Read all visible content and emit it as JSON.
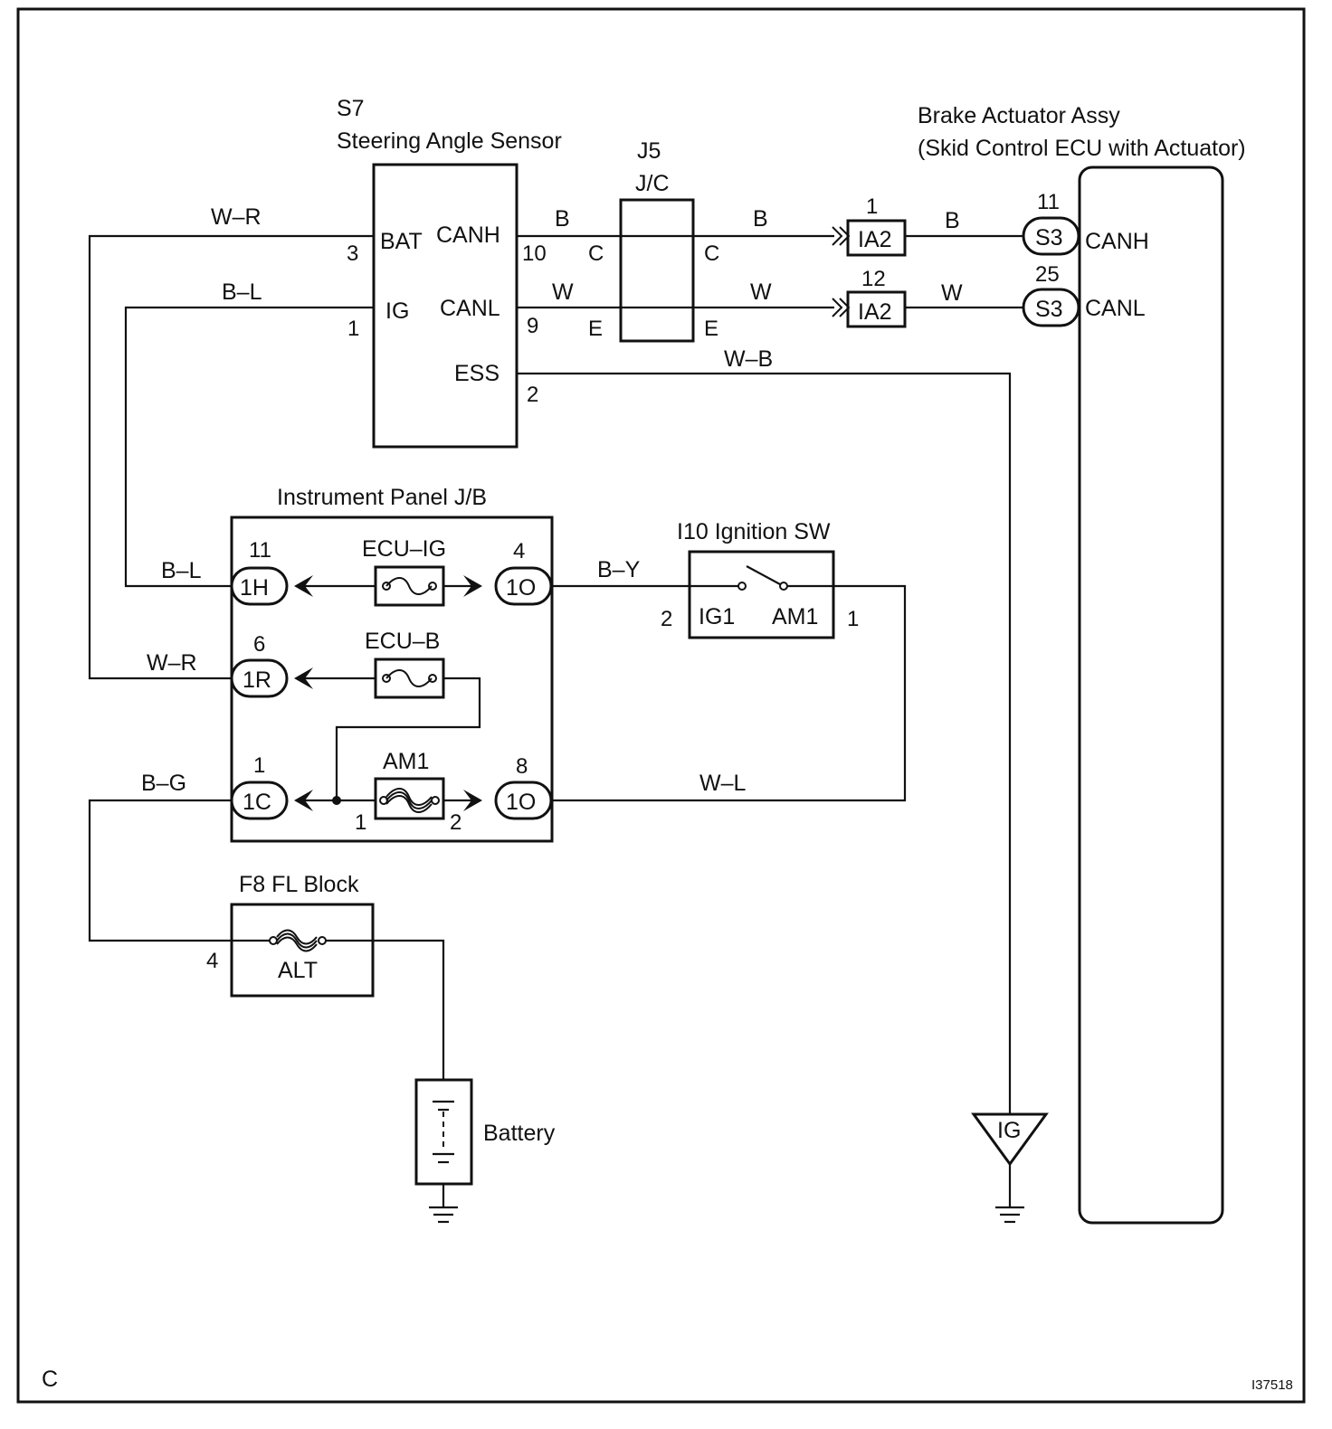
{
  "corner_letter": "C",
  "figure_id": "I37518",
  "steering_sensor": {
    "code": "S7",
    "name": "Steering Angle Sensor",
    "terminals": {
      "bat": "BAT",
      "ig": "IG",
      "canh": "CANH",
      "canl": "CANL",
      "ess": "ESS"
    },
    "pins": {
      "bat": "3",
      "ig": "1",
      "canh": "10",
      "canl": "9",
      "ess": "2"
    }
  },
  "junction": {
    "code": "J5",
    "name": "J/C",
    "pins": {
      "left_top": "C",
      "right_top": "C",
      "left_bottom": "E",
      "right_bottom": "E"
    }
  },
  "ia2": {
    "label": "IA2",
    "pin_top": "1",
    "pin_bottom": "12"
  },
  "brake_actuator": {
    "title_line1": "Brake Actuator Assy",
    "title_line2": "(Skid Control ECU with Actuator)",
    "connector": "S3",
    "canh_label": "CANH",
    "canl_label": "CANL",
    "canh_pin": "11",
    "canl_pin": "25"
  },
  "wires": {
    "w_r_top": "W–R",
    "b_l_top": "B–L",
    "b_canh_1": "B",
    "b_canh_2": "B",
    "b_canh_3": "B",
    "w_canl_1": "W",
    "w_canl_2": "W",
    "w_canl_3": "W",
    "w_b": "W–B",
    "b_l_jb": "B–L",
    "w_r_jb": "W–R",
    "b_y": "B–Y",
    "b_g": "B–G",
    "w_l": "W–L"
  },
  "instrument_jb": {
    "title": "Instrument Panel J/B",
    "fuse_ecu_ig": "ECU–IG",
    "fuse_ecu_b": "ECU–B",
    "fuse_am1": "AM1",
    "conn_1h": "1H",
    "conn_1r": "1R",
    "conn_1c": "1C",
    "conn_1o_top": "1O",
    "conn_1o_bottom": "1O",
    "pin_1h": "11",
    "pin_1o_top": "4",
    "pin_1r": "6",
    "pin_1c": "1",
    "pin_1o_bottom": "8",
    "am1_pin_left": "1",
    "am1_pin_right": "2"
  },
  "ignition_sw": {
    "title": "I10 Ignition SW",
    "ig1": "IG1",
    "am1": "AM1",
    "pin_left": "2",
    "pin_right": "1"
  },
  "fl_block": {
    "title": "F8 FL Block",
    "fuse": "ALT",
    "pin": "4"
  },
  "battery": {
    "label": "Battery"
  },
  "ig_ground": {
    "label": "IG"
  }
}
